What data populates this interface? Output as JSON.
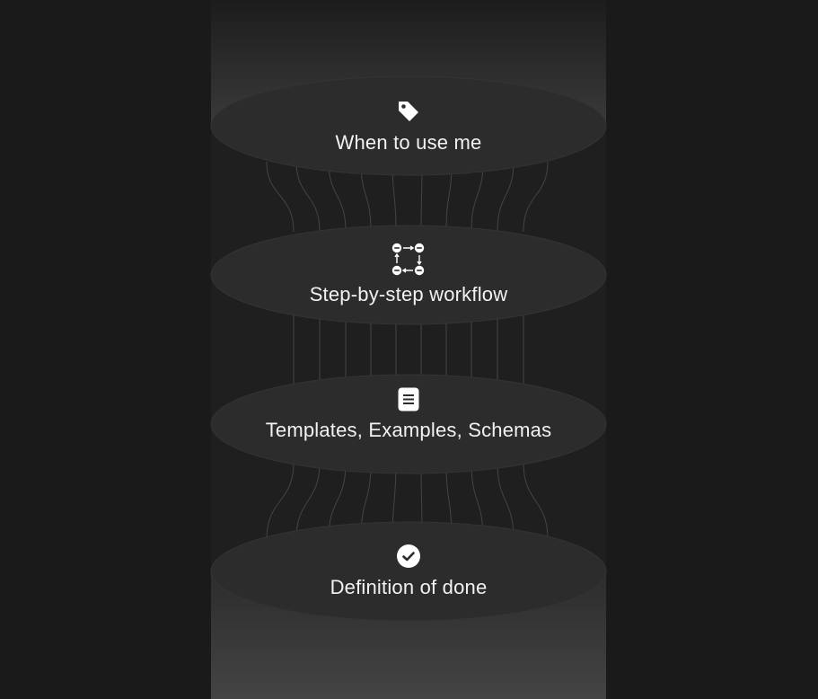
{
  "diagram": {
    "nodes": [
      {
        "label": "When to use me",
        "icon": "tag-icon"
      },
      {
        "label": "Step-by-step workflow",
        "icon": "workflow-icon"
      },
      {
        "label": "Templates, Examples, Schemas",
        "icon": "document-icon"
      },
      {
        "label": "Definition of done",
        "icon": "check-circle-icon"
      }
    ],
    "colors": {
      "background": "#1a1a1a",
      "column": "#262626",
      "node_fill": "#2d2d2d",
      "node_stroke": "#3a3a3a",
      "connector": "#444444",
      "text": "#ffffff"
    }
  }
}
